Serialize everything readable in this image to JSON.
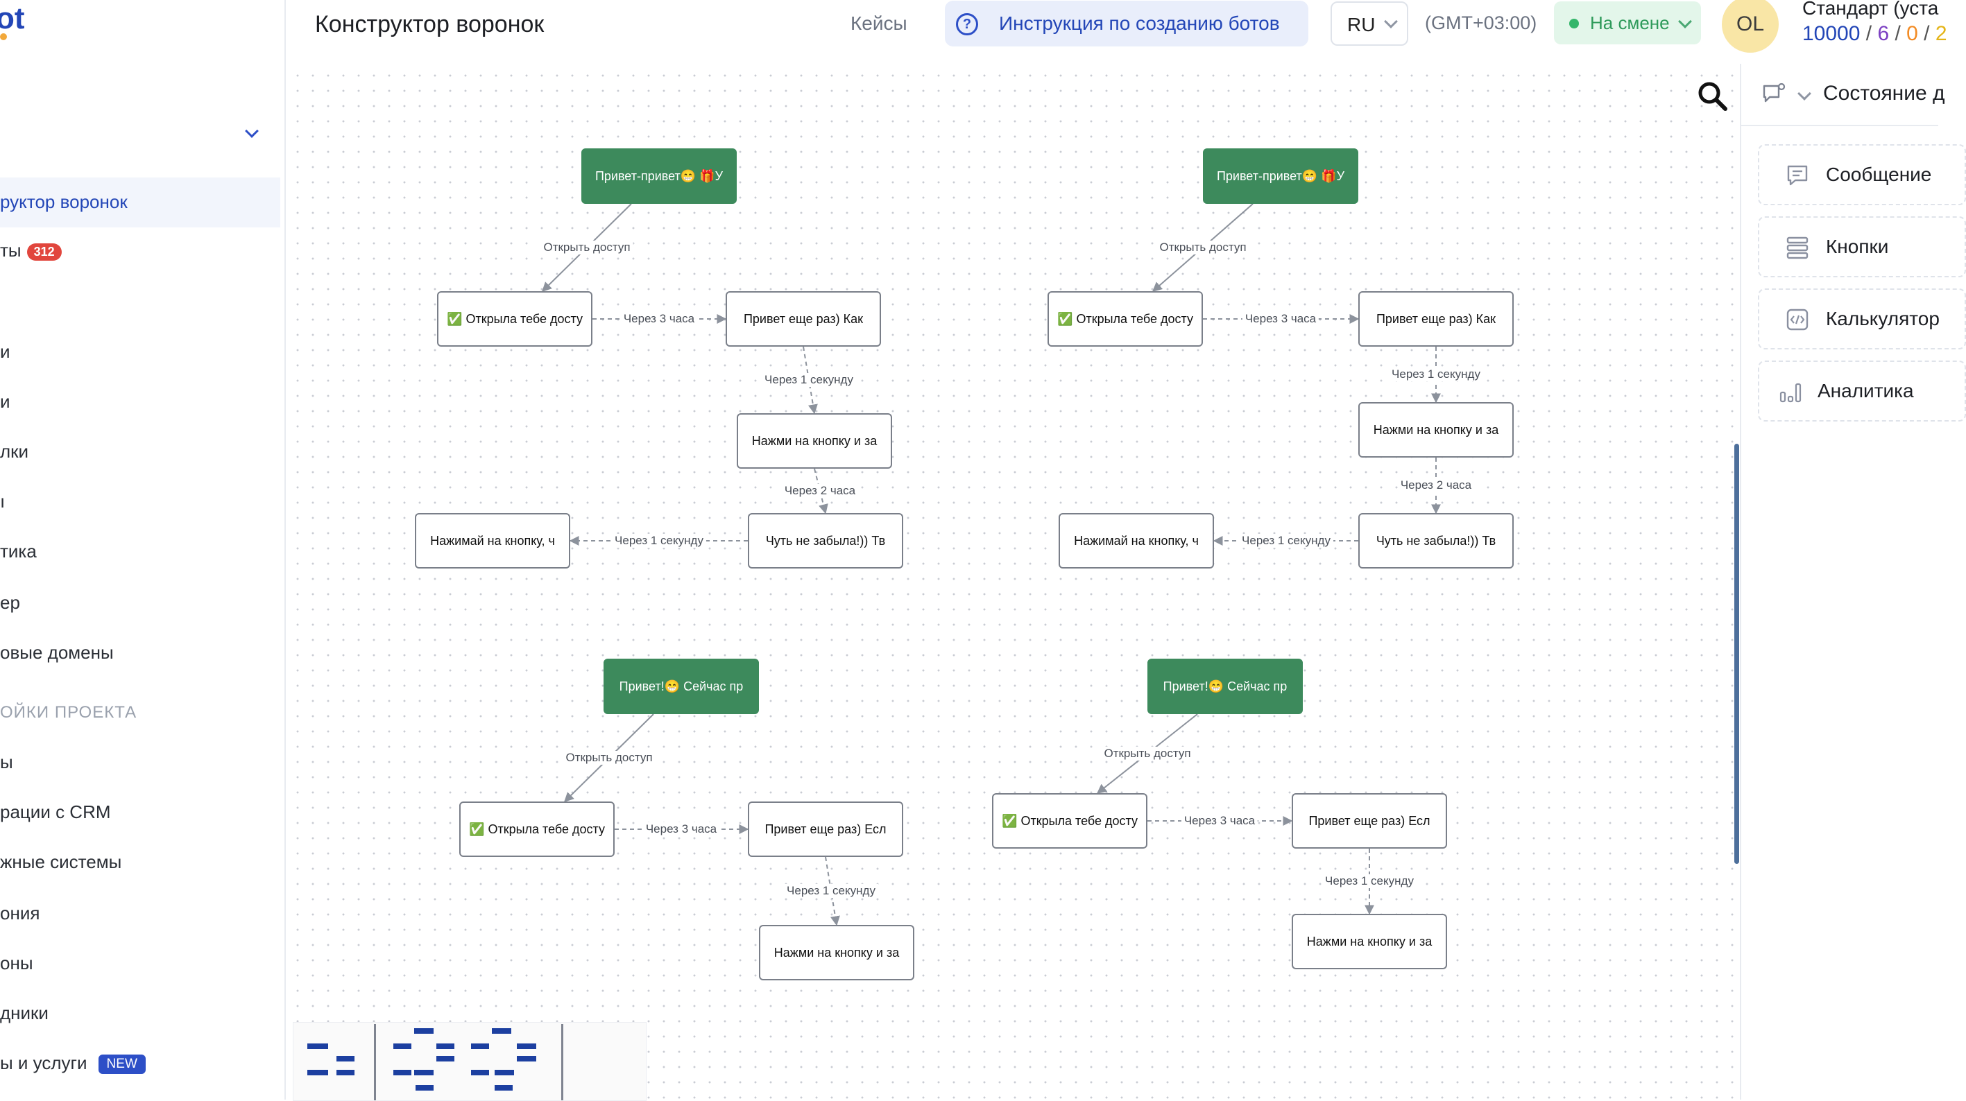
{
  "header": {
    "brand_fragment": "ot",
    "page_title": "Конструктор воронок",
    "cases_link": "Кейсы",
    "guide_button": "Инструкция по созданию ботов",
    "language": "RU",
    "timezone": "(GMT+03:00)",
    "shift_status": "На смене",
    "avatar_initials": "OL",
    "plan_title": "Стандарт (уста",
    "plan_stats": {
      "a": "10000",
      "b": "6",
      "c": "0",
      "d": "2",
      "sep": " / "
    },
    "colors": {
      "accent": "#2346b7",
      "status_green": "#34b66a",
      "stat_b": "#7b3fc2",
      "stat_c": "#f28b24",
      "stat_d": "#e4b417"
    }
  },
  "sidebar": {
    "items": [
      {
        "id": "funnels",
        "label": "руктор воронок",
        "active": true
      },
      {
        "id": "chats",
        "label": "ты",
        "badge": "312"
      },
      {
        "id": "item-3",
        "label": "и"
      },
      {
        "id": "item-4",
        "label": "и"
      },
      {
        "id": "mailings",
        "label": "лки"
      },
      {
        "id": "item-6",
        "label": "ı"
      },
      {
        "id": "analytics",
        "label": "тика"
      },
      {
        "id": "item-8",
        "label": "ер"
      },
      {
        "id": "domains",
        "label": "овые домены"
      }
    ],
    "section_title": "ОЙКИ ПРОЕКТА",
    "settings_items": [
      {
        "id": "s-1",
        "label": "ы"
      },
      {
        "id": "crm",
        "label": "рации с CRM"
      },
      {
        "id": "payments",
        "label": "жные системы"
      },
      {
        "id": "telephony",
        "label": "ония"
      },
      {
        "id": "templates",
        "label": "оны"
      },
      {
        "id": "employees",
        "label": "дники"
      },
      {
        "id": "services",
        "label": "ы и услуги",
        "badge": "NEW"
      }
    ]
  },
  "canvas": {
    "search_icon": "search-icon",
    "nodes": [
      {
        "id": "n1",
        "text": "Привет-привет😁 🎁У",
        "type": "start"
      },
      {
        "id": "n2",
        "text": "✅ Открыла тебе досту",
        "type": "step"
      },
      {
        "id": "n3",
        "text": "Привет еще раз) Как",
        "type": "step"
      },
      {
        "id": "n4",
        "text": "Нажми на кнопку и за",
        "type": "step"
      },
      {
        "id": "n5",
        "text": "Чуть не забыла!)) Тв",
        "type": "step"
      },
      {
        "id": "n6",
        "text": "Нажимай на кнопку, ч",
        "type": "step"
      },
      {
        "id": "n7",
        "text": "Привет-привет😁 🎁У",
        "type": "start"
      },
      {
        "id": "n8",
        "text": "✅ Открыла тебе досту",
        "type": "step"
      },
      {
        "id": "n9",
        "text": "Привет еще раз) Как",
        "type": "step"
      },
      {
        "id": "n10",
        "text": "Нажми на кнопку и за",
        "type": "step"
      },
      {
        "id": "n11",
        "text": "Чуть не забыла!)) Тв",
        "type": "step"
      },
      {
        "id": "n12",
        "text": "Нажимай на кнопку, ч",
        "type": "step"
      },
      {
        "id": "n13",
        "text": "Привет!😁 Сейчас пр",
        "type": "start"
      },
      {
        "id": "n14",
        "text": "✅ Открыла тебе досту",
        "type": "step"
      },
      {
        "id": "n15",
        "text": "Привет еще раз) Есл",
        "type": "step"
      },
      {
        "id": "n16",
        "text": "Нажми на кнопку и за",
        "type": "step"
      },
      {
        "id": "n17",
        "text": "Привет!😁 Сейчас пр",
        "type": "start"
      },
      {
        "id": "n18",
        "text": "✅ Открыла тебе досту",
        "type": "step"
      },
      {
        "id": "n19",
        "text": "Привет еще раз) Есл",
        "type": "step"
      },
      {
        "id": "n20",
        "text": "Нажми на кнопку и за",
        "type": "step"
      }
    ],
    "edges": [
      {
        "from": "n1",
        "to": "n2",
        "label": "Открыть доступ",
        "style": "solid"
      },
      {
        "from": "n2",
        "to": "n3",
        "label": "Через 3 часа",
        "style": "dashed"
      },
      {
        "from": "n3",
        "to": "n4",
        "label": "Через 1 секунду",
        "style": "dashed"
      },
      {
        "from": "n4",
        "to": "n5",
        "label": "Через 2 часа",
        "style": "dashed"
      },
      {
        "from": "n5",
        "to": "n6",
        "label": "Через 1 секунду",
        "style": "dashed"
      },
      {
        "from": "n7",
        "to": "n8",
        "label": "Открыть доступ",
        "style": "solid"
      },
      {
        "from": "n8",
        "to": "n9",
        "label": "Через 3 часа",
        "style": "dashed"
      },
      {
        "from": "n9",
        "to": "n10",
        "label": "Через 1 секунду",
        "style": "dashed"
      },
      {
        "from": "n10",
        "to": "n11",
        "label": "Через 2 часа",
        "style": "dashed"
      },
      {
        "from": "n11",
        "to": "n12",
        "label": "Через 1 секунду",
        "style": "dashed"
      },
      {
        "from": "n13",
        "to": "n14",
        "label": "Открыть доступ",
        "style": "solid"
      },
      {
        "from": "n14",
        "to": "n15",
        "label": "Через 3 часа",
        "style": "dashed"
      },
      {
        "from": "n15",
        "to": "n16",
        "label": "Через 1 секунду",
        "style": "dashed"
      },
      {
        "from": "n17",
        "to": "n18",
        "label": "Открыть доступ",
        "style": "solid"
      },
      {
        "from": "n18",
        "to": "n19",
        "label": "Через 3 часа",
        "style": "dashed"
      },
      {
        "from": "n19",
        "to": "n20",
        "label": "Через 1 секунду",
        "style": "dashed"
      }
    ],
    "colors": {
      "start_node": "#3d8a5c",
      "edge": "#8c929c"
    }
  },
  "right_panel": {
    "header_icon": "chat-settings-icon",
    "header_label": "Состояние д",
    "blocks": [
      {
        "id": "message",
        "label": "Сообщение",
        "icon": "message-icon"
      },
      {
        "id": "buttons",
        "label": "Кнопки",
        "icon": "buttons-list-icon"
      },
      {
        "id": "calculator",
        "label": "Калькулятор",
        "icon": "code-icon"
      },
      {
        "id": "analytics",
        "label": "Аналитика",
        "icon": "bar-chart-icon"
      }
    ]
  }
}
